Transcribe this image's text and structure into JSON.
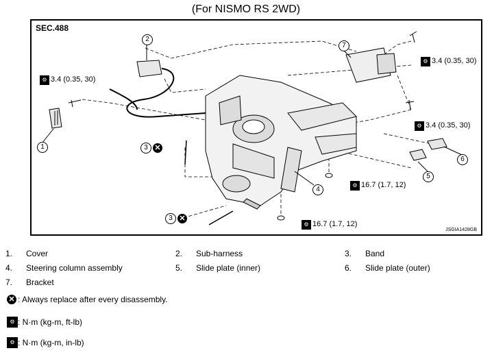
{
  "title": "(For NISMO RS 2WD)",
  "section": "SEC.488",
  "figure_code": "JSGIA1428GB",
  "callouts": {
    "c1": "1",
    "c2": "2",
    "c3a": "3",
    "c3b": "3",
    "c4": "4",
    "c5": "5",
    "c6": "6",
    "c7": "7"
  },
  "torque": {
    "t1": "3.4 (0.35, 30)",
    "t2": "3.4 (0.35, 30)",
    "t3": "3.4 (0.35, 30)",
    "t4": "16.7 (1.7, 12)",
    "t5": "16.7 (1.7, 12)"
  },
  "parts": [
    {
      "num": "1.",
      "name": "Cover"
    },
    {
      "num": "2.",
      "name": "Sub-harness"
    },
    {
      "num": "3.",
      "name": "Band"
    },
    {
      "num": "4.",
      "name": "Steering column assembly"
    },
    {
      "num": "5.",
      "name": "Slide plate (inner)"
    },
    {
      "num": "6.",
      "name": "Slide plate (outer)"
    },
    {
      "num": "7.",
      "name": "Bracket"
    }
  ],
  "symbols": {
    "replace": ": Always replace after every disassembly.",
    "torque_ft": ": N·m (kg-m, ft-lb)",
    "torque_in": ": N·m (kg-m, in-lb)"
  }
}
